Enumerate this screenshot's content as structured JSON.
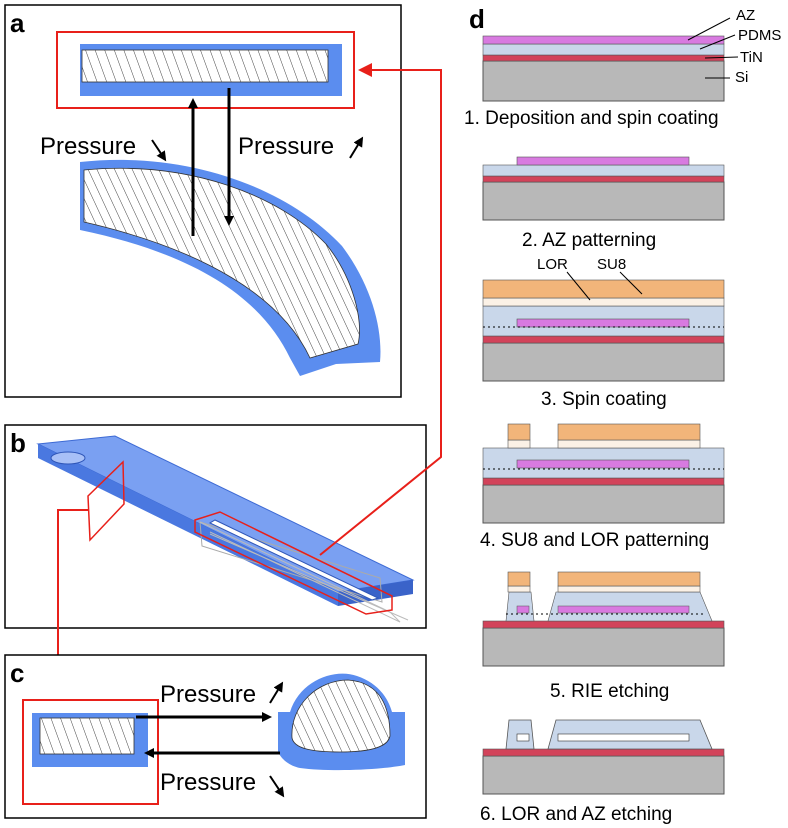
{
  "panels": {
    "a": {
      "label": "a",
      "pressure_left": "Pressure",
      "pressure_right": "Pressure"
    },
    "b": {
      "label": "b"
    },
    "c": {
      "label": "c",
      "pressure_top": "Pressure",
      "pressure_bottom": "Pressure"
    },
    "d": {
      "label": "d",
      "layer_labels": [
        "AZ",
        "PDMS",
        "TiN",
        "Si"
      ],
      "coat_labels": [
        "LOR",
        "SU8"
      ],
      "steps": [
        "1. Deposition and spin coating",
        "2. AZ patterning",
        "3. Spin coating",
        "4. SU8 and LOR patterning",
        "5. RIE etching",
        "6. LOR and AZ etching"
      ]
    }
  },
  "colors": {
    "channel_blue": "#5b8def",
    "highlight_red": "#e8201a",
    "az_pink": "#d87ae0",
    "pdms_lightblue": "#c9d7ea",
    "tin_red": "#d2435a",
    "si_gray": "#b8b8b8",
    "su8_orange": "#f2b57a"
  }
}
